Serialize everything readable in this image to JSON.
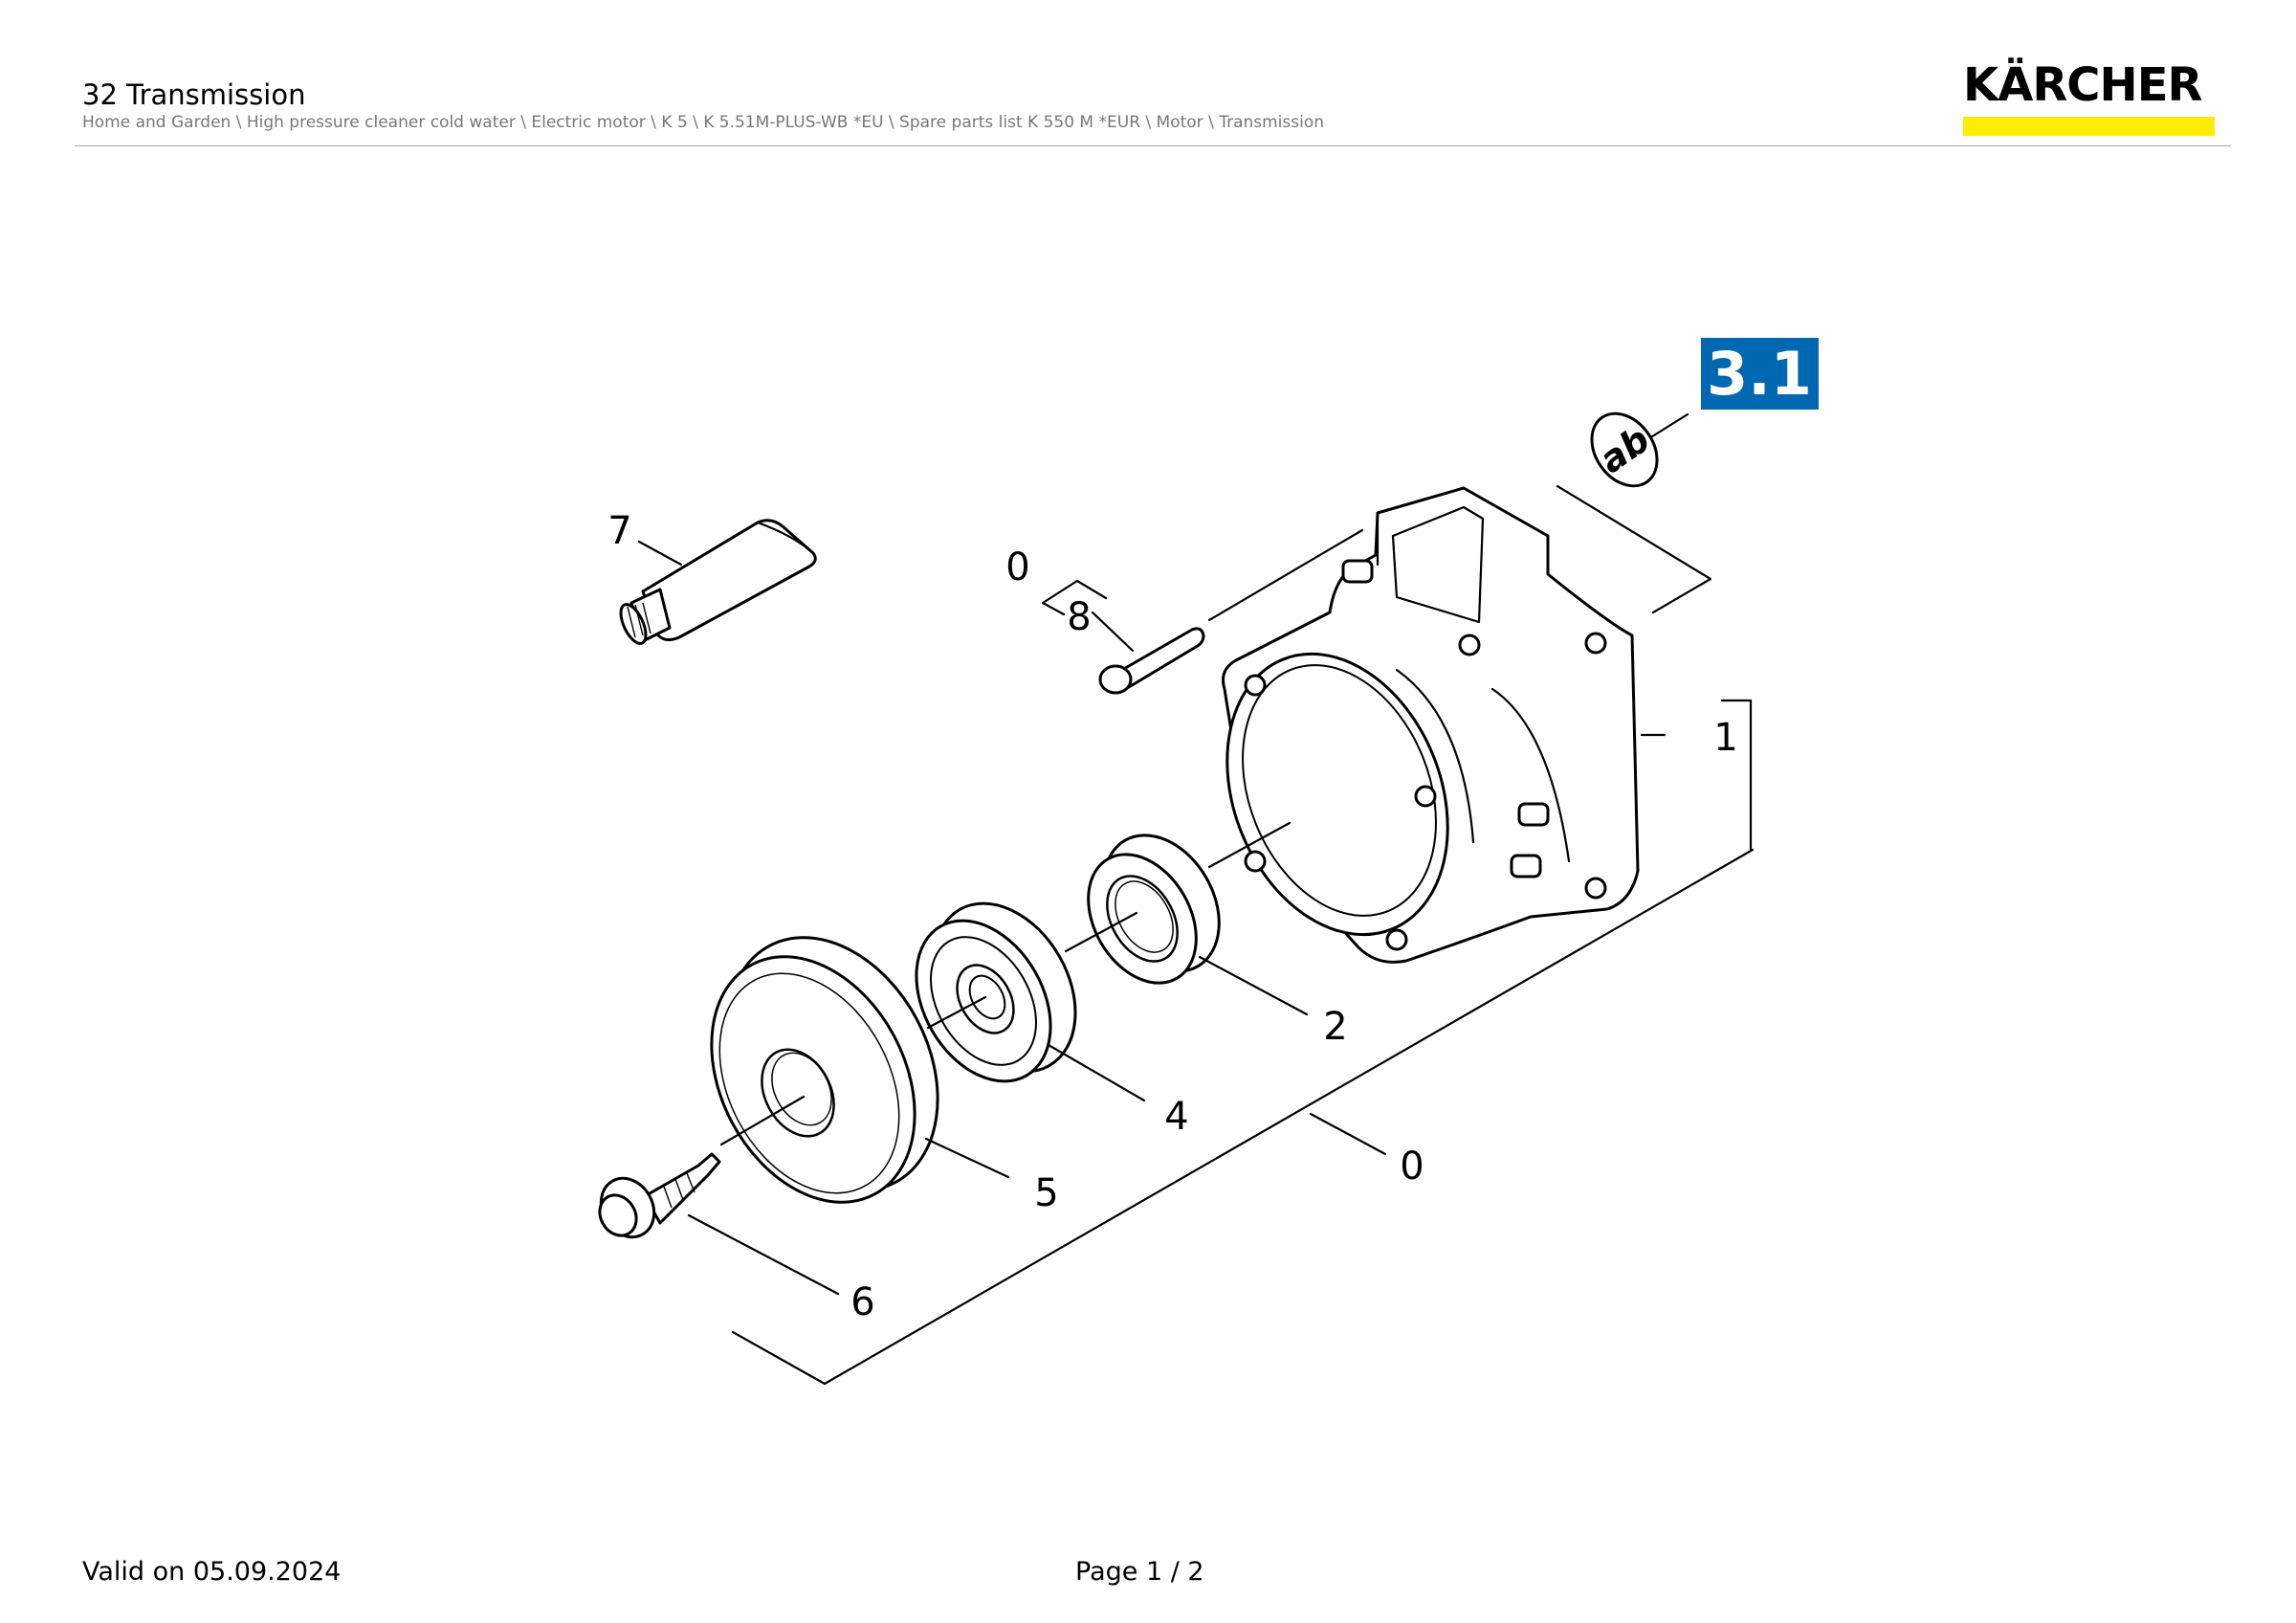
{
  "header": {
    "title": "32 Transmission",
    "breadcrumb": "Home and Garden \\ High pressure cleaner cold water \\ Electric motor \\ K 5 \\ K 5.51M-PLUS-WB *EU \\ Spare parts list K 550 M *EUR \\ Motor \\ Transmission"
  },
  "logo": {
    "text": "KÄRCHER",
    "bar_color": "#ffed00"
  },
  "drawing": {
    "badge": {
      "text": "3.1",
      "color": "#0067b1"
    },
    "ab_label": "ab",
    "callouts": {
      "c7": "7",
      "c0_top": "0",
      "c8": "8",
      "c1": "1",
      "c2": "2",
      "c4": "4",
      "c0_bottom": "0",
      "c5": "5",
      "c6": "6"
    }
  },
  "footer": {
    "valid": "Valid on 05.09.2024",
    "page": "Page 1 / 2"
  }
}
